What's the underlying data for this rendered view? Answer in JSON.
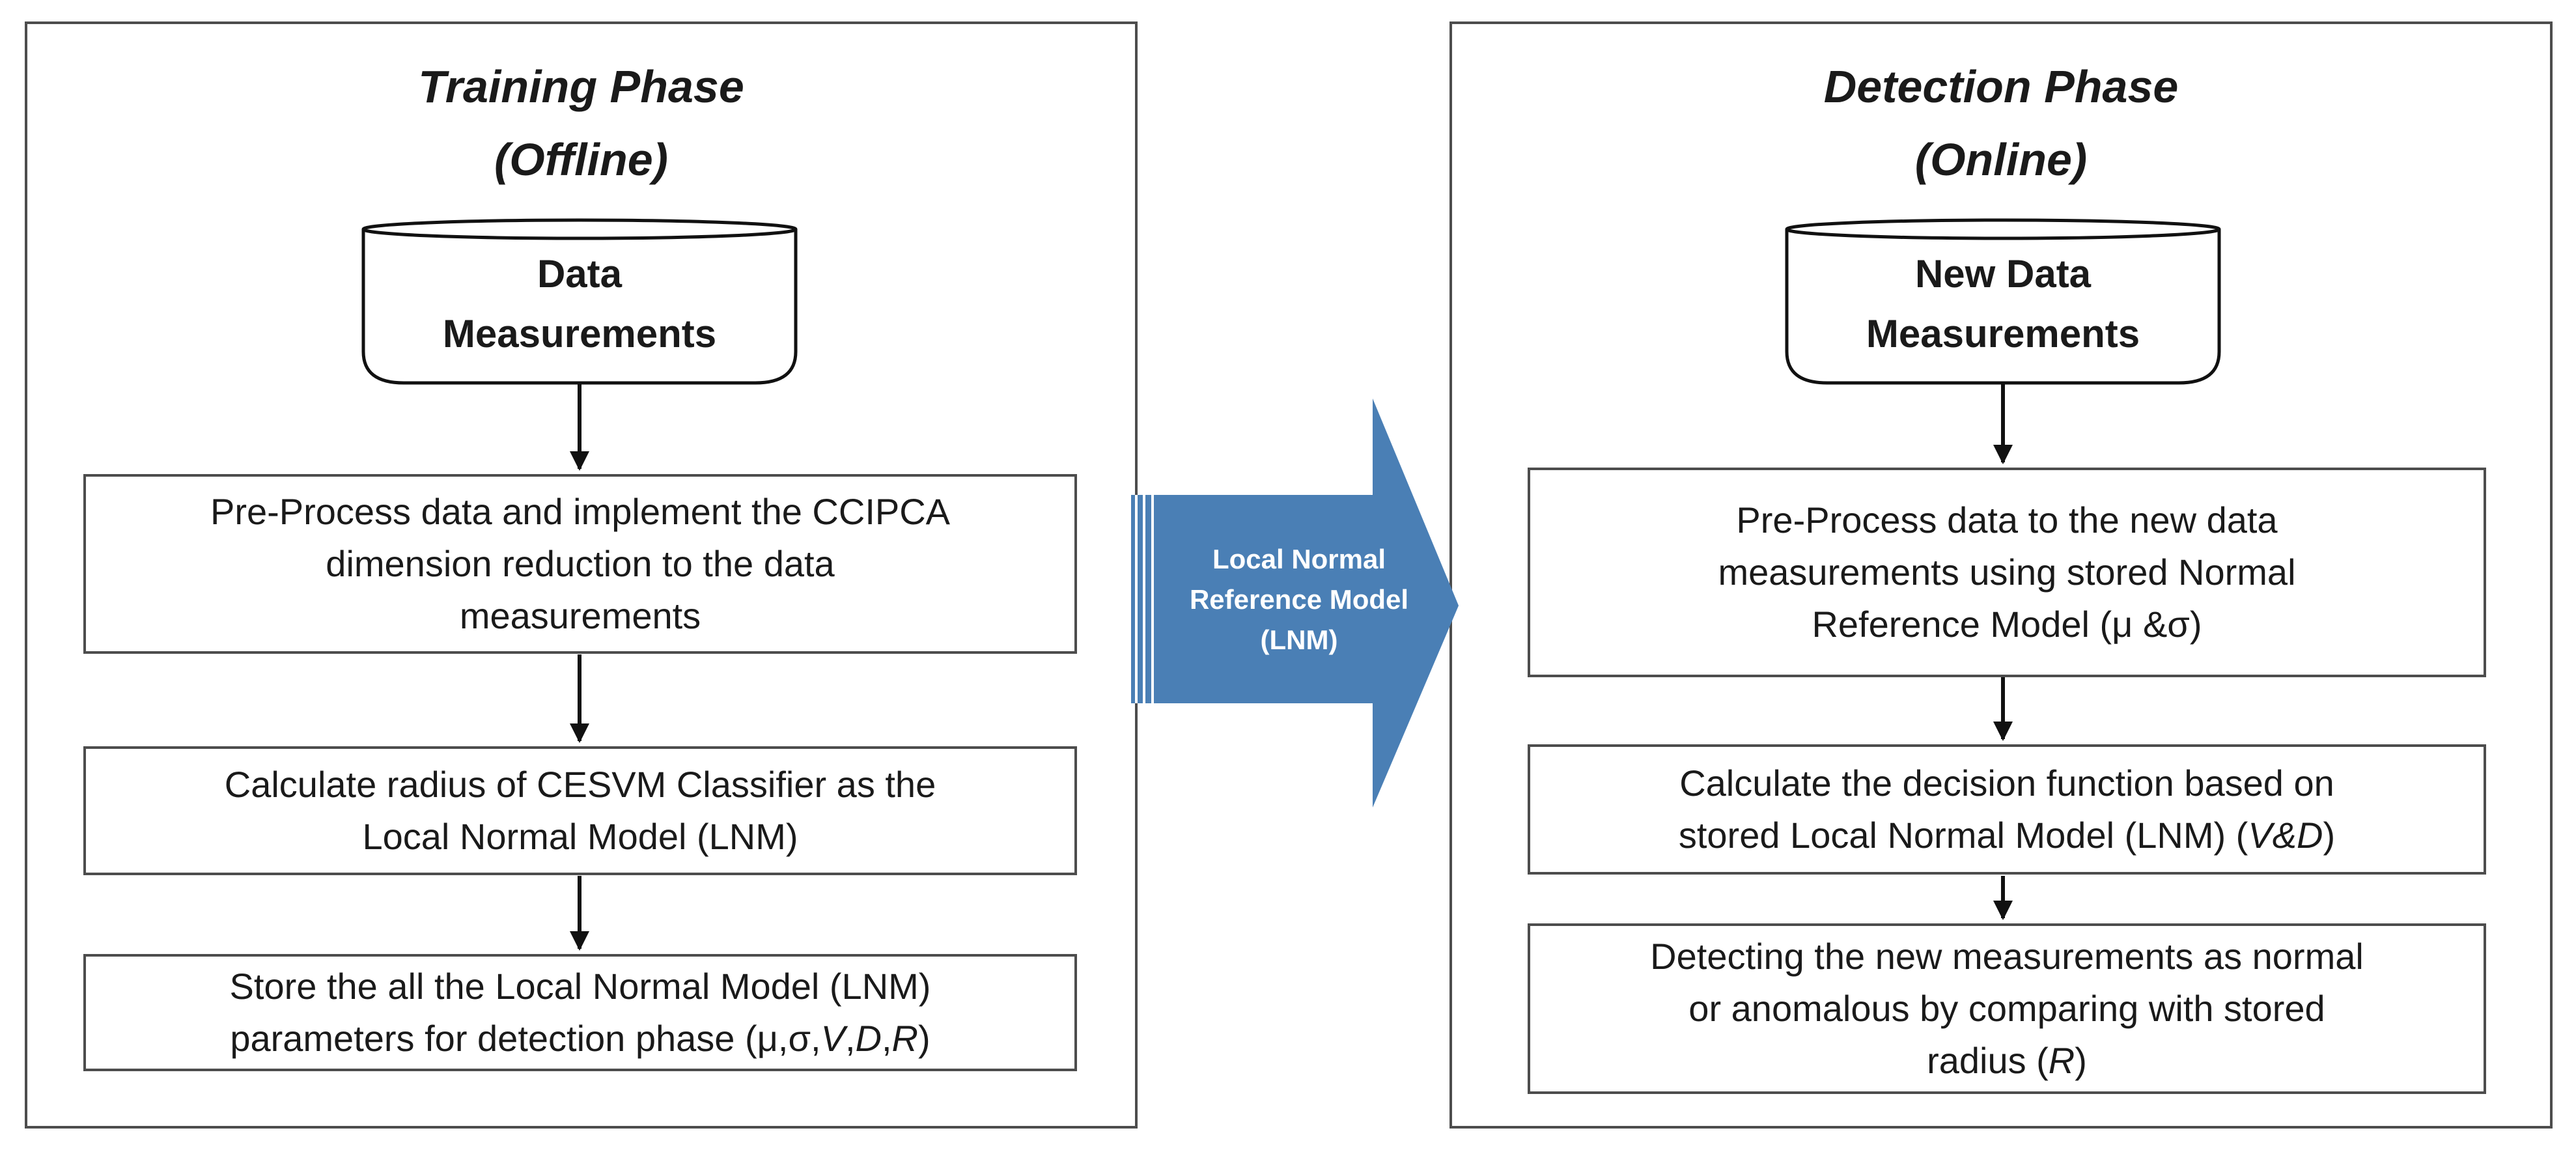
{
  "training": {
    "title_line1": "Training Phase",
    "title_line2": "(Offline)",
    "db_line1": "Data",
    "db_line2": "Measurements",
    "step1": [
      "Pre-Process data and implement the CCIPCA",
      "dimension reduction to the data",
      "measurements"
    ],
    "step2": [
      "Calculate radius of CESVM Classifier as the",
      "Local Normal Model (LNM)"
    ],
    "step3_line1": "Store the all the  Local Normal Model (LNM)",
    "step3_line2_prefix": "parameters for detection phase  (μ,σ,",
    "step3_V": "V",
    "step3_comma1": ",",
    "step3_D": "D",
    "step3_comma2": ",",
    "step3_R": "R",
    "step3_close": ")"
  },
  "transfer_arrow": {
    "lines": [
      "Local Normal",
      "Reference Model",
      "(LNM)"
    ]
  },
  "detection": {
    "title_line1": "Detection Phase",
    "title_line2": "(Online)",
    "db_line1": "New Data",
    "db_line2": "Measurements",
    "step1": [
      "Pre-Process data to the new data",
      "measurements using stored Normal",
      "Reference Model (μ &σ)"
    ],
    "step2_line1": "Calculate the decision function based on",
    "step2_line2_prefix": "stored Local Normal Model (LNM) (",
    "step2_VD": "V&D",
    "step2_close": ")",
    "step3_line1": "Detecting the new measurements as normal",
    "step3_line2": "or anomalous by comparing with stored",
    "step3_line3_prefix": "radius (",
    "step3_R": "R",
    "step3_close": ")"
  },
  "colors": {
    "arrow_fill": "#4a7fb5",
    "border": "#4d4d4d"
  }
}
